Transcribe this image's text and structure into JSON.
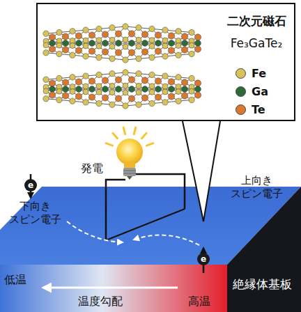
{
  "diagram": {
    "nodes": [
      {
        "text": [
          "二次元磁石",
          "Fe₃GaTe₂"
        ]
      },
      {
        "text": [
          "e"
        ]
      },
      {
        "text": [
          "e"
        ]
      }
    ],
    "labels": [
      "発電",
      "下向き スピン電子",
      "上向き スピン電子",
      "低温",
      "温度勾配",
      "高温",
      "絶縁体基板"
    ],
    "legend": [
      {
        "text": "Fe",
        "color": "#d8c25a"
      },
      {
        "text": "Ga",
        "color": "#2f6b3a"
      },
      {
        "text": "Te",
        "color": "#d9782f"
      }
    ]
  }
}
